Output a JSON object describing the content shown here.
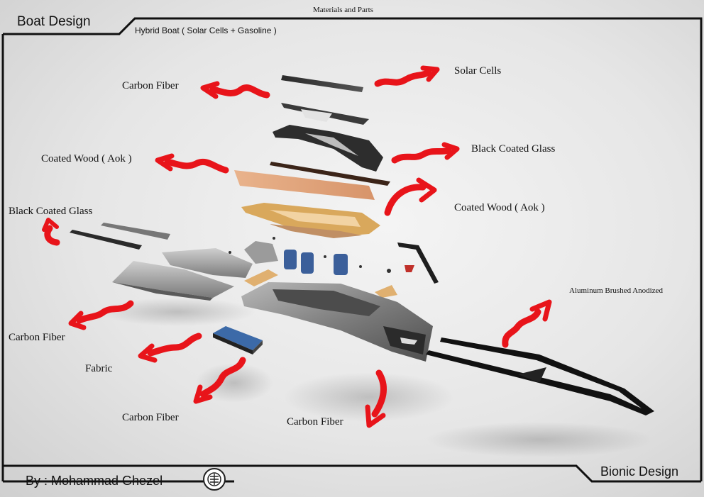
{
  "header": {
    "title": "Boat Design",
    "section": "Materials and Parts",
    "subtitle": "Hybrid Boat ( Solar Cells + Gasoline )"
  },
  "labels": {
    "solar_cells": "Solar Cells",
    "carbon_fiber_top": "Carbon Fiber",
    "black_glass_right": "Black Coated Glass",
    "coated_wood_left": "Coated Wood ( Aok )",
    "coated_wood_right": "Coated Wood ( Aok )",
    "black_glass_left": "Black Coated Glass",
    "aluminum": "Aluminum Brushed Anodized",
    "carbon_fiber_left": "Carbon Fiber",
    "fabric": "Fabric",
    "carbon_fiber_bottom_left": "Carbon Fiber",
    "carbon_fiber_bottom_center": "Carbon Fiber"
  },
  "footer": {
    "author": "By : Mohammad Ghezel",
    "brand": "Bionic Design",
    "logo_icon": "university-seal-icon"
  },
  "colors": {
    "arrow": "#e8141a",
    "frame": "#111111",
    "wood": "#e4a77d",
    "deck": "#d9a85c",
    "hull": "#8a8a8a",
    "seat": "#3b5f9a",
    "solar_panel": "#3c6aa8"
  }
}
